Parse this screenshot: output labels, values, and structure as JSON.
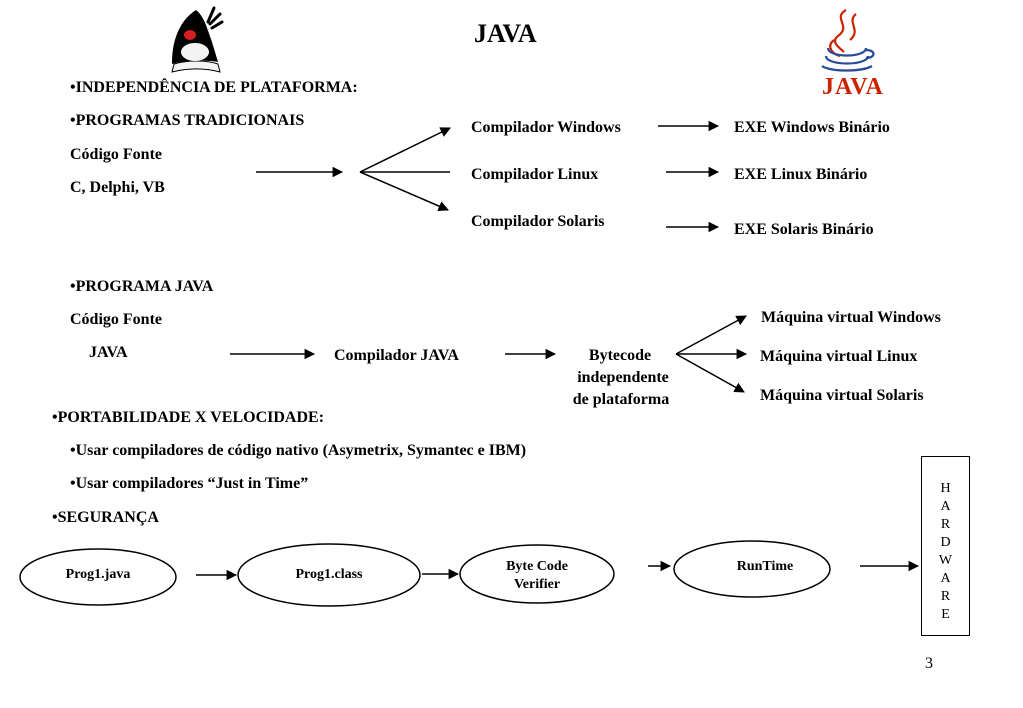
{
  "slide": {
    "title": "JAVA",
    "page_number": "3",
    "section1": {
      "heading1": "•INDEPENDÊNCIA DE PLATAFORMA:",
      "heading2": "•PROGRAMAS TRADICIONAIS",
      "source_line1": "Código Fonte",
      "source_line2": "C, Delphi, VB",
      "compilers": [
        "Compilador Windows",
        "Compilador Linux",
        "Compilador Solaris"
      ],
      "outputs": [
        "EXE Windows Binário",
        "EXE Linux Binário",
        "EXE Solaris Binário"
      ]
    },
    "section2": {
      "heading": "•PROGRAMA JAVA",
      "source_line1": "Código Fonte",
      "source_line2": "JAVA",
      "compiler": "Compilador JAVA",
      "bytecode_lines": [
        "Bytecode",
        "independente",
        "de plataforma"
      ],
      "vms": [
        "Máquina virtual Windows",
        "Máquina virtual Linux",
        "Máquina virtual Solaris"
      ]
    },
    "section3": {
      "heading": "•PORTABILIDADE X VELOCIDADE:",
      "bullet1": "•Usar compiladores de código nativo (Asymetrix, Symantec e IBM)",
      "bullet2": "•Usar compiladores “Just in Time”"
    },
    "section4": {
      "heading": "•SEGURANÇA",
      "flow": [
        "Prog1.java",
        "Prog1.class",
        "Byte Code Verifier",
        "RunTime"
      ],
      "hardware_letters": [
        "H",
        "A",
        "R",
        "D",
        "W",
        "A",
        "R",
        "E"
      ]
    },
    "logos": {
      "java_logo_text": "JAVA",
      "logo_red": "#cc2200",
      "logo_blue": "#2a4a9a"
    }
  }
}
